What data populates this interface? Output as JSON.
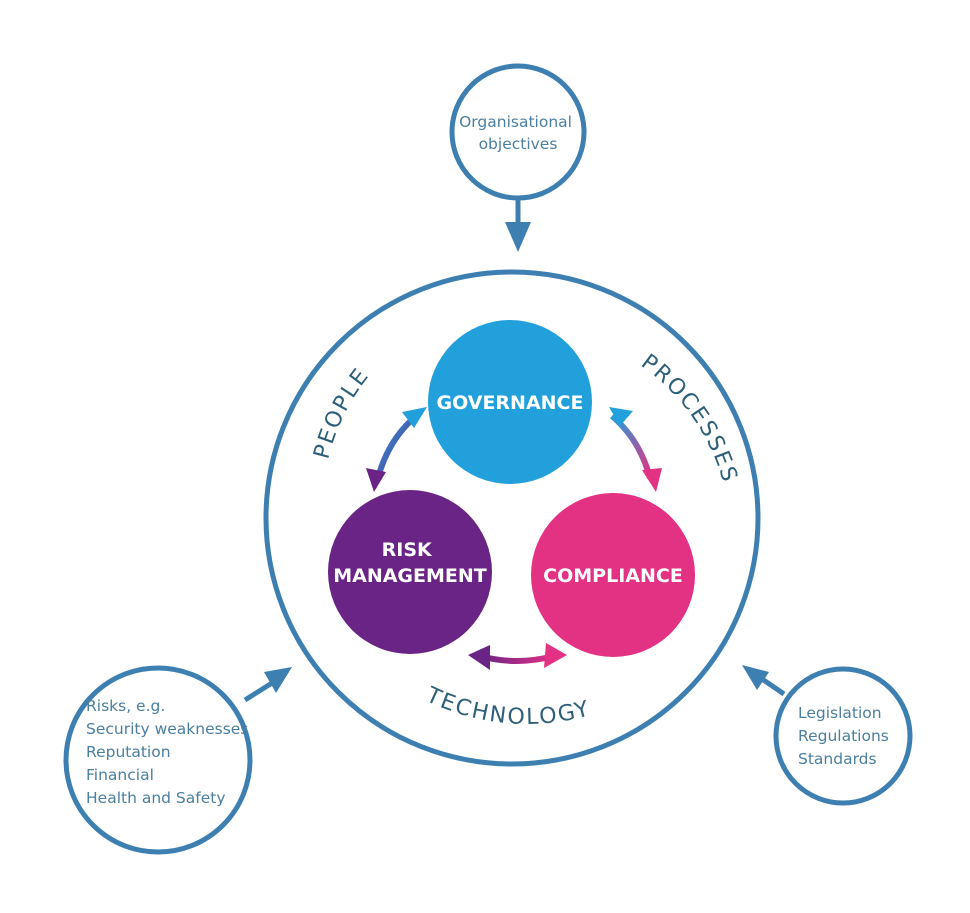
{
  "colors": {
    "outline": "#3d7fb0",
    "governance": "#22a0dc",
    "risk_management": "#6a2485",
    "compliance": "#e33184",
    "small_text": "#4a7fa0",
    "ring_text": "#2e5f7a"
  },
  "inputs": {
    "objectives": {
      "lines": [
        "Organisational",
        "objectives"
      ]
    },
    "risks": {
      "lines": [
        "Risks, e.g.",
        "Security weaknesses",
        "Reputation",
        "Financial",
        "Health and Safety"
      ]
    },
    "regulation": {
      "lines": [
        "Legislation",
        "Regulations",
        "Standards"
      ]
    }
  },
  "core": {
    "governance": {
      "lines": [
        "GOVERNANCE"
      ]
    },
    "risk_management": {
      "lines": [
        "RISK",
        "MANAGEMENT"
      ]
    },
    "compliance": {
      "lines": [
        "COMPLIANCE"
      ]
    }
  },
  "ring_labels": {
    "people": "PEOPLE",
    "processes": "PROCESSES",
    "technology": "TECHNOLOGY"
  },
  "icons": {
    "inflow_arrow": "arrow-icon",
    "bidirectional_arrow": "double-arrow-icon"
  }
}
